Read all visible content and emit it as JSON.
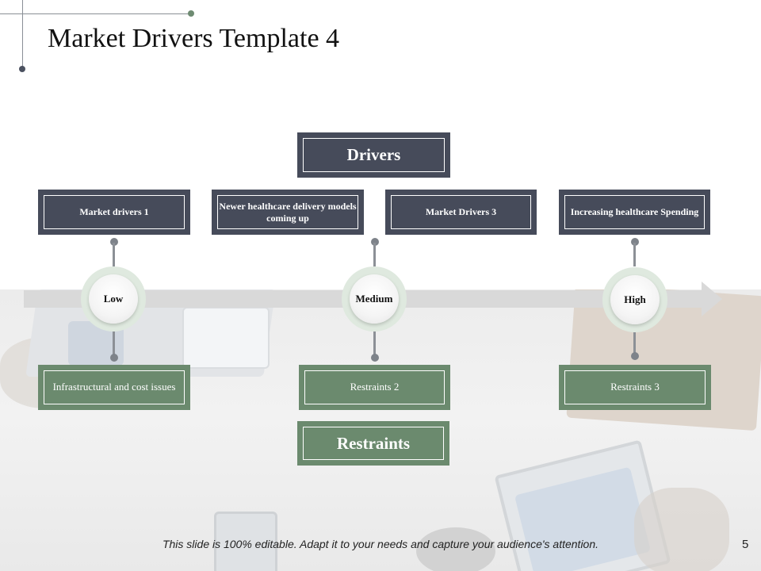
{
  "slide": {
    "title": "Market Drivers Template 4",
    "footer": "This slide is 100% editable. Adapt it to your needs and capture your audience's attention.",
    "page_number": "5"
  },
  "drivers_header": "Drivers",
  "restraints_header": "Restraints",
  "drivers": [
    {
      "label": "Market drivers 1"
    },
    {
      "label": "Newer healthcare delivery models coming up"
    },
    {
      "label": "Market Drivers 3"
    },
    {
      "label": "Increasing healthcare Spending"
    }
  ],
  "levels": [
    {
      "label": "Low"
    },
    {
      "label": "Medium"
    },
    {
      "label": "High"
    }
  ],
  "restraints": [
    {
      "label": "Infrastructural  and cost issues"
    },
    {
      "label": "Restraints  2"
    },
    {
      "label": "Restraints  3"
    }
  ],
  "colors": {
    "dark_box": "#464b5a",
    "green_box": "#6b8a6e",
    "arrow": "#d9d9d9",
    "ring": "#dfe9df"
  }
}
